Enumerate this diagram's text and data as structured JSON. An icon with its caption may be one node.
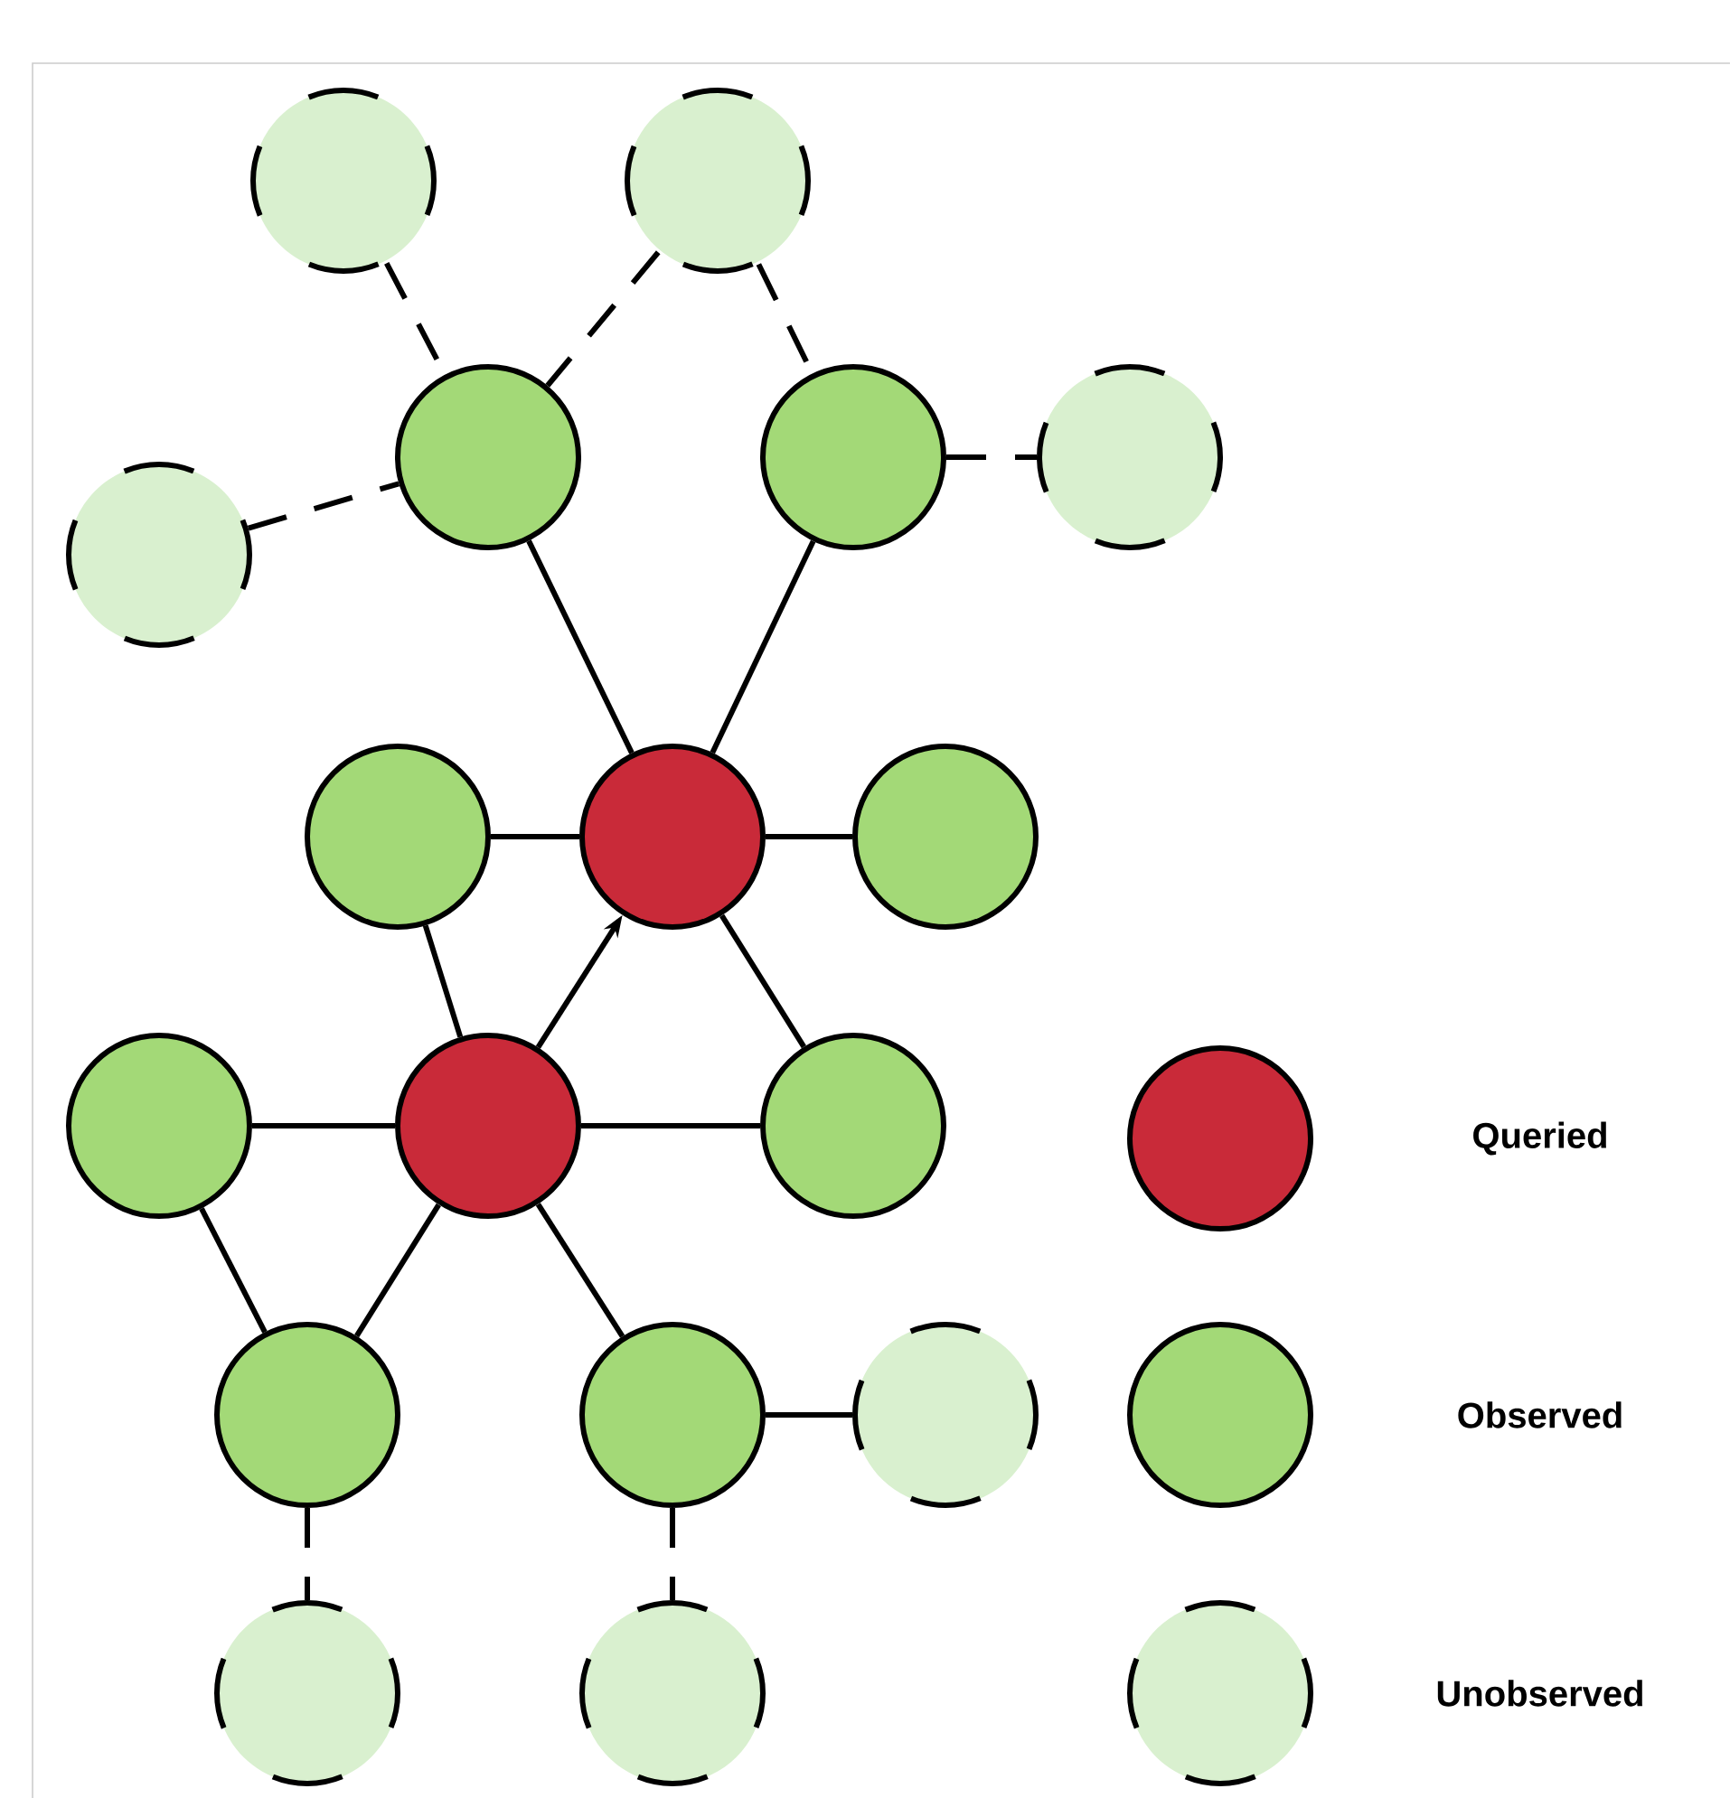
{
  "diagram": {
    "nodes": [
      {
        "text": [],
        "shape": "circle"
      },
      {
        "text": [],
        "shape": "circle"
      },
      {
        "text": [],
        "shape": "circle"
      },
      {
        "text": [],
        "shape": "circle"
      },
      {
        "text": [],
        "shape": "circle"
      },
      {
        "text": [],
        "shape": "circle"
      },
      {
        "text": [],
        "shape": "circle"
      },
      {
        "text": [],
        "shape": "circle"
      },
      {
        "text": [],
        "shape": "circle"
      },
      {
        "text": [],
        "shape": "circle"
      },
      {
        "text": [],
        "shape": "circle"
      },
      {
        "text": [],
        "shape": "circle"
      },
      {
        "text": [],
        "shape": "circle"
      },
      {
        "text": [],
        "shape": "circle"
      },
      {
        "text": [],
        "shape": "circle"
      },
      {
        "text": [],
        "shape": "circle"
      },
      {
        "text": [],
        "shape": "circle"
      }
    ],
    "edges": [
      {
        "from": 0,
        "to": 2,
        "arrow": "none",
        "style": "dashed"
      },
      {
        "from": 1,
        "to": 2,
        "arrow": "none",
        "style": "dashed"
      },
      {
        "from": 1,
        "to": 3,
        "arrow": "none",
        "style": "dashed"
      },
      {
        "from": 3,
        "to": 4,
        "arrow": "none",
        "style": "dashed"
      },
      {
        "from": 5,
        "to": 2,
        "arrow": "none",
        "style": "dashed"
      },
      {
        "from": 2,
        "to": 7,
        "arrow": "none"
      },
      {
        "from": 3,
        "to": 7,
        "arrow": "none"
      },
      {
        "from": 6,
        "to": 7,
        "arrow": "none"
      },
      {
        "from": 7,
        "to": 8,
        "arrow": "none"
      },
      {
        "from": 6,
        "to": 10,
        "arrow": "none"
      },
      {
        "from": 10,
        "to": 7,
        "arrow": "to"
      },
      {
        "from": 7,
        "to": 11,
        "arrow": "none"
      },
      {
        "from": 9,
        "to": 10,
        "arrow": "none"
      },
      {
        "from": 10,
        "to": 11,
        "arrow": "none"
      },
      {
        "from": 9,
        "to": 12,
        "arrow": "none"
      },
      {
        "from": 10,
        "to": 12,
        "arrow": "none"
      },
      {
        "from": 10,
        "to": 13,
        "arrow": "none"
      },
      {
        "from": 13,
        "to": 14,
        "arrow": "none"
      },
      {
        "from": 12,
        "to": 15,
        "arrow": "none",
        "style": "dashed"
      },
      {
        "from": 13,
        "to": 16,
        "arrow": "none",
        "style": "dashed"
      }
    ],
    "legend": [
      {
        "text": "Queried",
        "color": "#c92a39"
      },
      {
        "text": "Observed",
        "color": "#a3d977"
      },
      {
        "text": "Unobserved",
        "color": "#d9f0cf"
      }
    ]
  }
}
